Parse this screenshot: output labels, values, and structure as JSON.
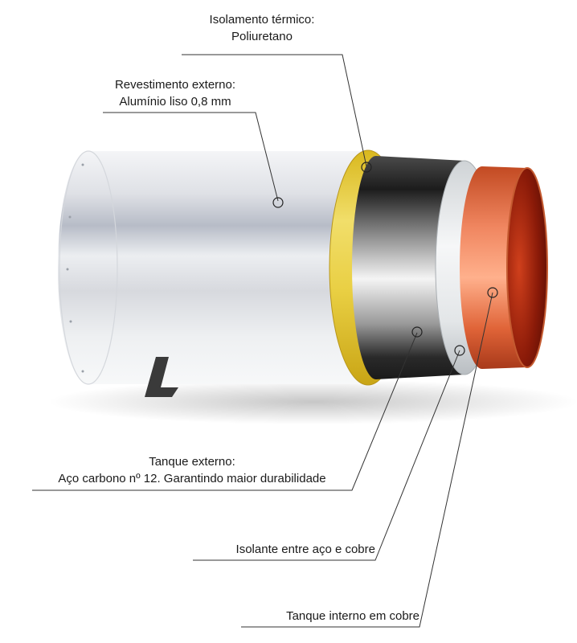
{
  "labels": {
    "thermal_insulation": {
      "title": "Isolamento térmico:",
      "value": "Poliuretano"
    },
    "outer_coating": {
      "title": "Revestimento  externo:",
      "value": "Alumínio  liso 0,8 mm"
    },
    "outer_tank": {
      "title": "Tanque externo:",
      "value": "Aço carbono nº 12. Garantindo maior durabilidade"
    },
    "steel_copper_insulator": {
      "title": "Isolante entre aço e cobre"
    },
    "inner_tank": {
      "title": "Tanque interno em cobre"
    }
  },
  "colors": {
    "aluminum": "#c9ccd3",
    "polyurethane": "#e2c83a",
    "steel": "#3a3a3a",
    "insulator": "#e6e8ea",
    "copper": "#e8673e",
    "copper_inner": "#8a1a08",
    "leader_line": "#333333"
  }
}
